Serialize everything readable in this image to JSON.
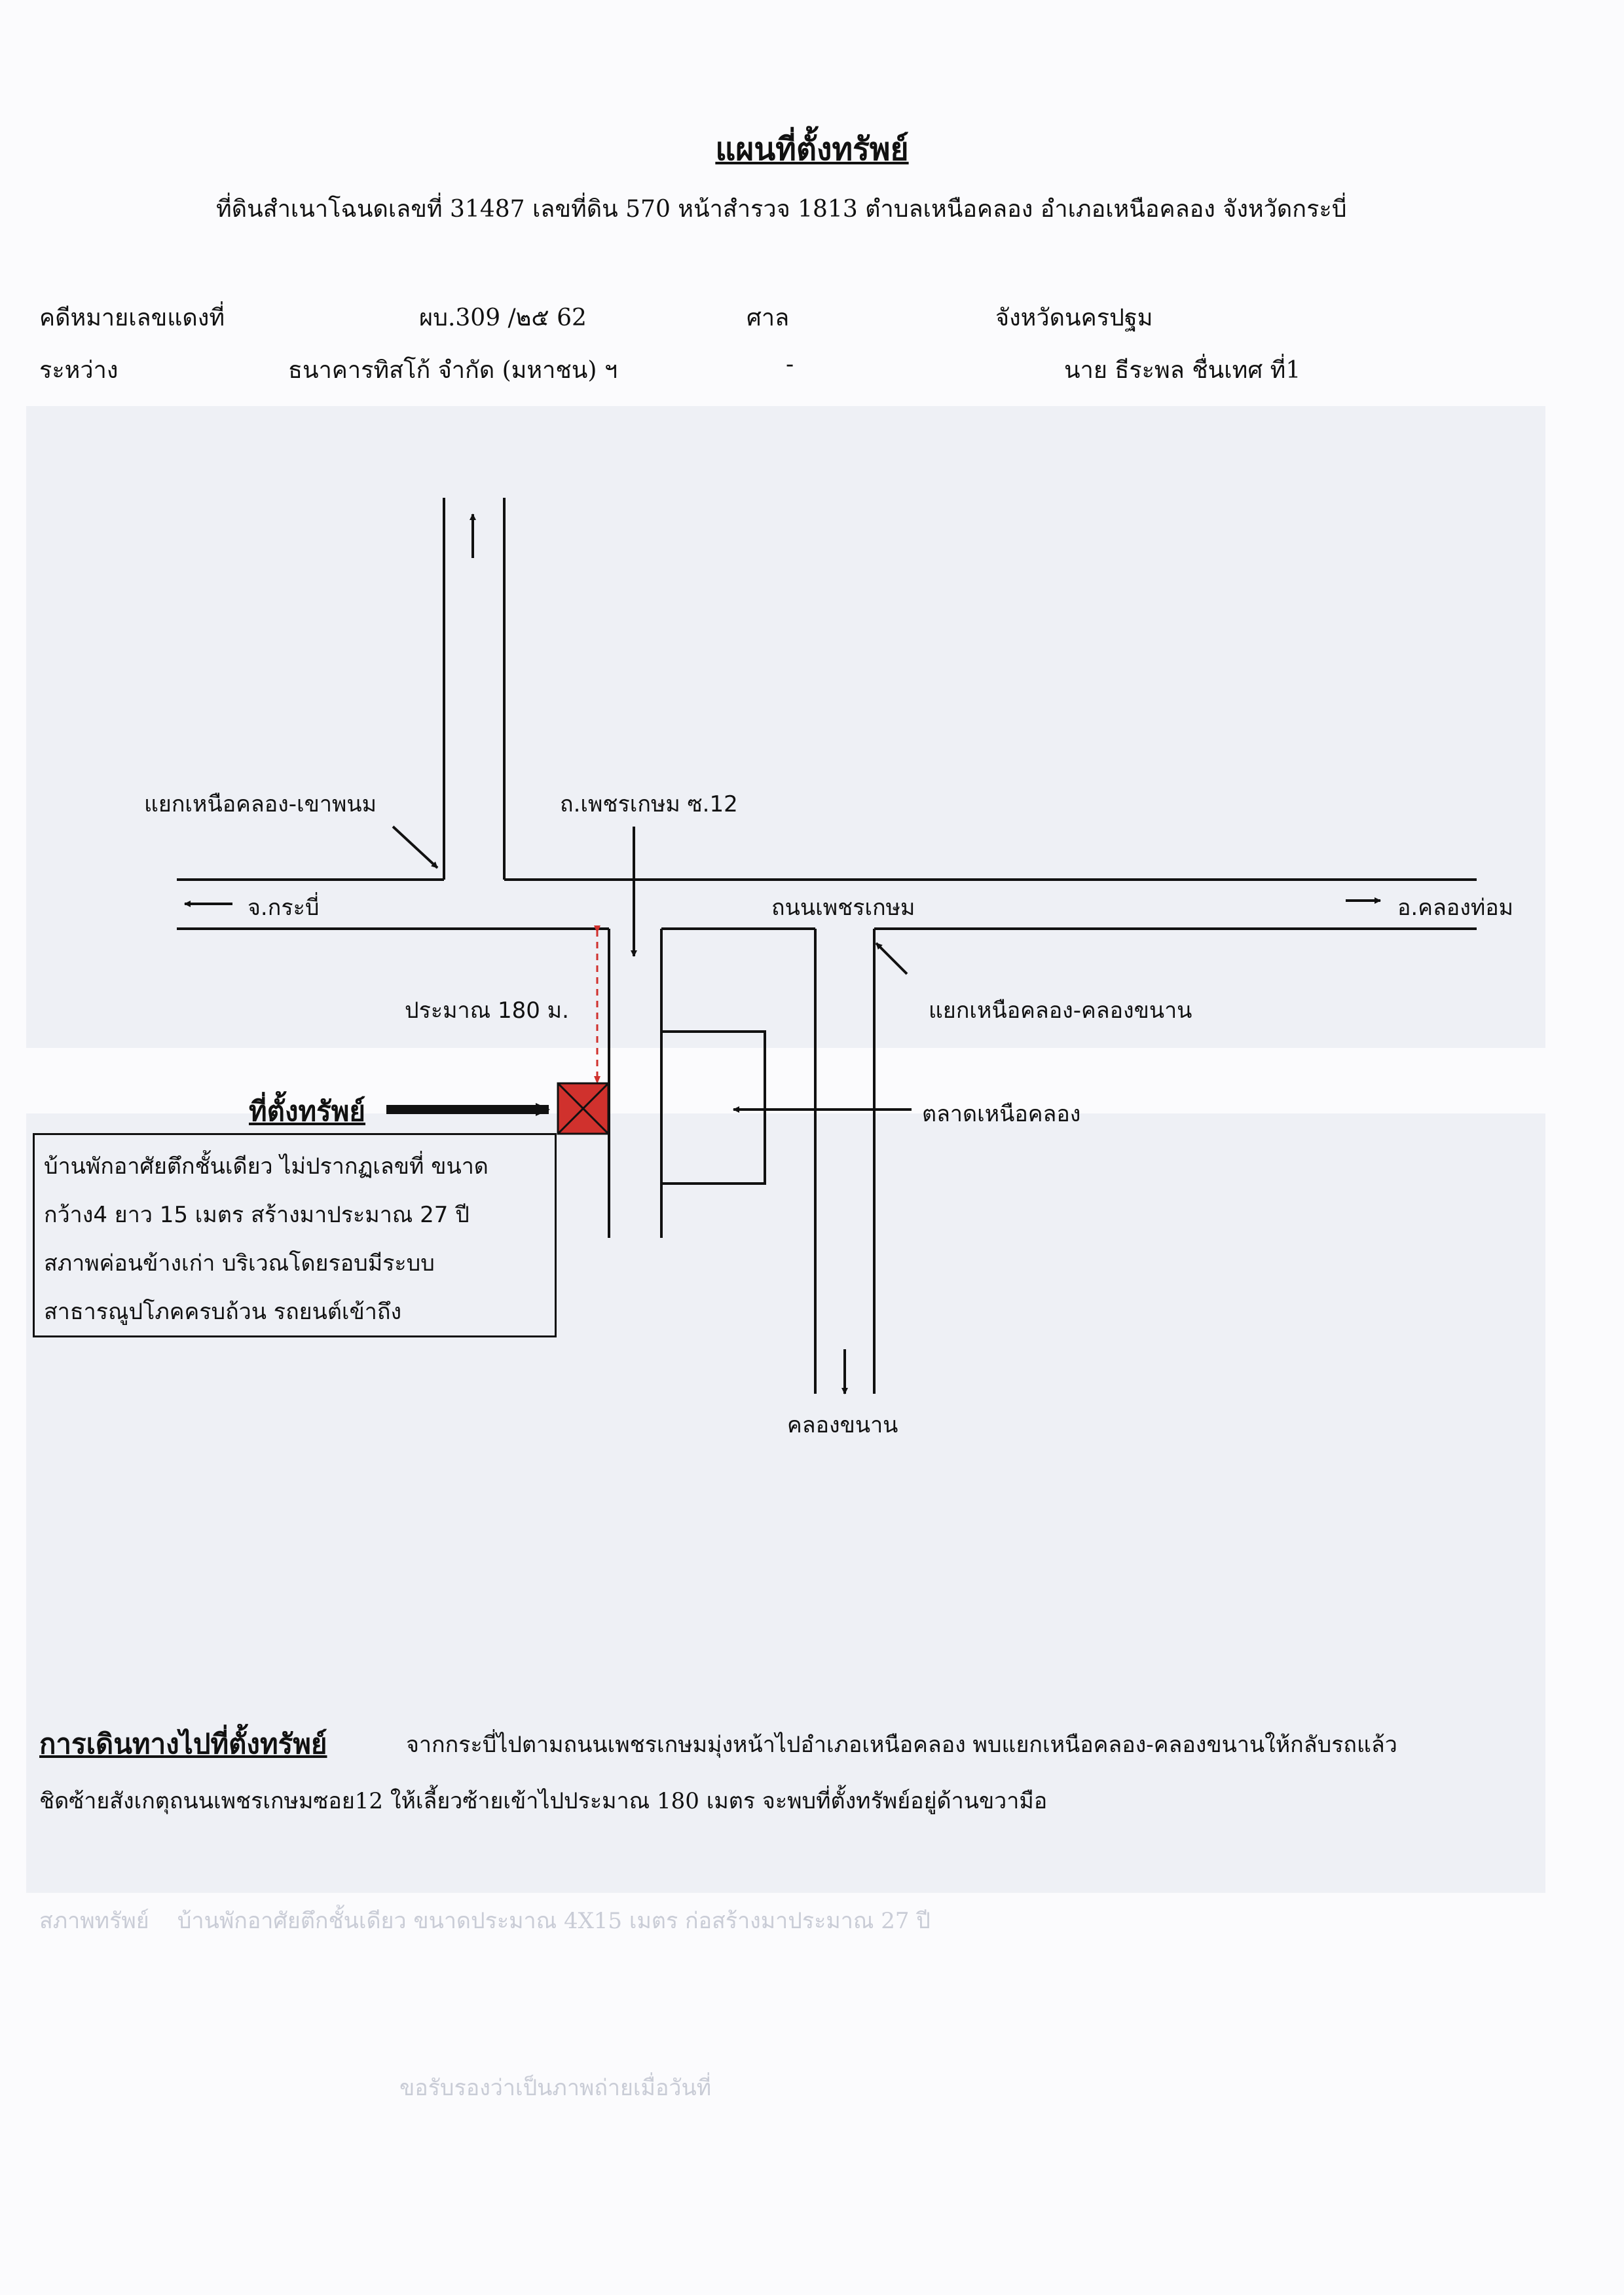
{
  "title": "แผนที่ตั้งทรัพย์",
  "subtitle": "ที่ดินสำเนาโฉนดเลขที่ 31487  เลขที่ดิน 570  หน้าสำรวจ 1813  ตำบลเหนือคลอง  อำเภอเหนือคลอง  จังหวัดกระบี่",
  "case": {
    "label": "คดีหมายเลขแดงที่",
    "number": "ผบ.309 /๒๕ 62",
    "court_label": "ศาล",
    "court": "จังหวัดนครปฐม",
    "between_label": "ระหว่าง",
    "plaintiff": "ธนาคารทิสโก้ จำกัด (มหาชน) ฯ",
    "dash": "-",
    "defendant": "นาย ธีระพล  ชื่นเทศ ที่1"
  },
  "map": {
    "junction_khao_phanom": "แยกเหนือคลอง-เขาพนม",
    "soi": "ถ.เพชรเกษม ซ.12",
    "to_krabi": "จ.กระบี่",
    "main_road": "ถนนเพชรเกษม",
    "to_khlong_thom": "อ.คลองท่อม",
    "distance": "ประมาณ 180 ม.",
    "junction_khlong_khanan": "แยกเหนือคลอง-คลองขนาน",
    "market": "ตลาดเหนือคลอง",
    "khlong_khanan": "คลองขนาน"
  },
  "location": {
    "title": "ที่ตั้งทรัพย์",
    "lines": [
      "บ้านพักอาศัยตึกชั้นเดียว ไม่ปรากฏเลขที่ ขนาด",
      "กว้าง4 ยาว 15 เมตร สร้างมาประมาณ 27 ปี",
      "สภาพค่อนข้างเก่า บริเวณโดยรอบมีระบบ",
      "สาธารณูปโภคครบถ้วน รถยนต์เข้าถึง"
    ]
  },
  "directions": {
    "title": "การเดินทางไปที่ตั้งทรัพย์",
    "line1": "จากกระบี่ไปตามถนนเพชรเกษมมุ่งหน้าไปอำเภอเหนือคลอง พบแยกเหนือคลอง-คลองขนานให้กลับรถแล้ว",
    "line2": "ชิดซ้ายสังเกตุถนนเพชรเกษมซอย12 ให้เลี้ยวซ้ายเข้าไปประมาณ 180 เมตร จะพบที่ตั้งทรัพย์อยู่ด้านขวามือ"
  },
  "colors": {
    "marker": "#d0312d",
    "distance": "#d0312d"
  }
}
